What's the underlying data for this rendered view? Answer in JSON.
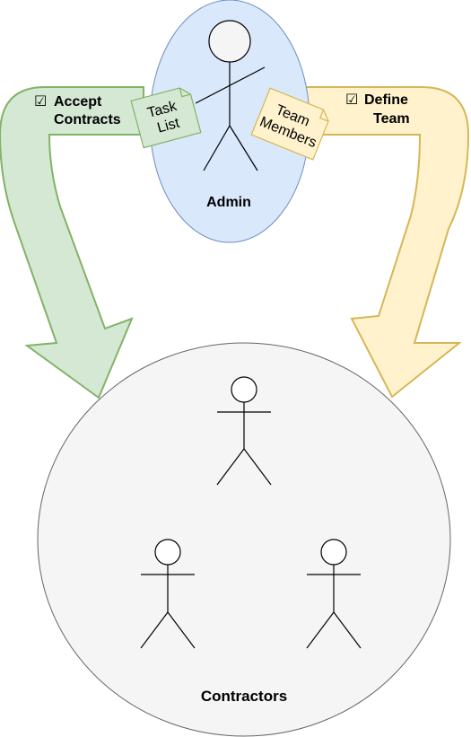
{
  "colors": {
    "admin_fill": "#dae8fc",
    "admin_stroke": "#6c8ebf",
    "green_fill": "#d5e8d4",
    "green_stroke": "#82b366",
    "yellow_fill": "#fff2cc",
    "yellow_stroke": "#d6b656",
    "contractors_fill": "#f5f5f5",
    "contractors_stroke": "#666666",
    "line": "#000000"
  },
  "icons": {
    "checkbox": "ballot-box-with-check-icon",
    "person": "stick-figure-icon",
    "note": "folded-note-icon"
  },
  "admin": {
    "label": "Admin"
  },
  "contractors": {
    "label": "Contractors"
  },
  "left_arrow": {
    "check": "☑",
    "line1": "Accept",
    "line2": "Contracts"
  },
  "right_arrow": {
    "check": "☑",
    "line1": "Define",
    "line2": "Team"
  },
  "task_note": {
    "line1": "Task",
    "line2": "List"
  },
  "team_note": {
    "line1": "Team",
    "line2": "Members"
  }
}
